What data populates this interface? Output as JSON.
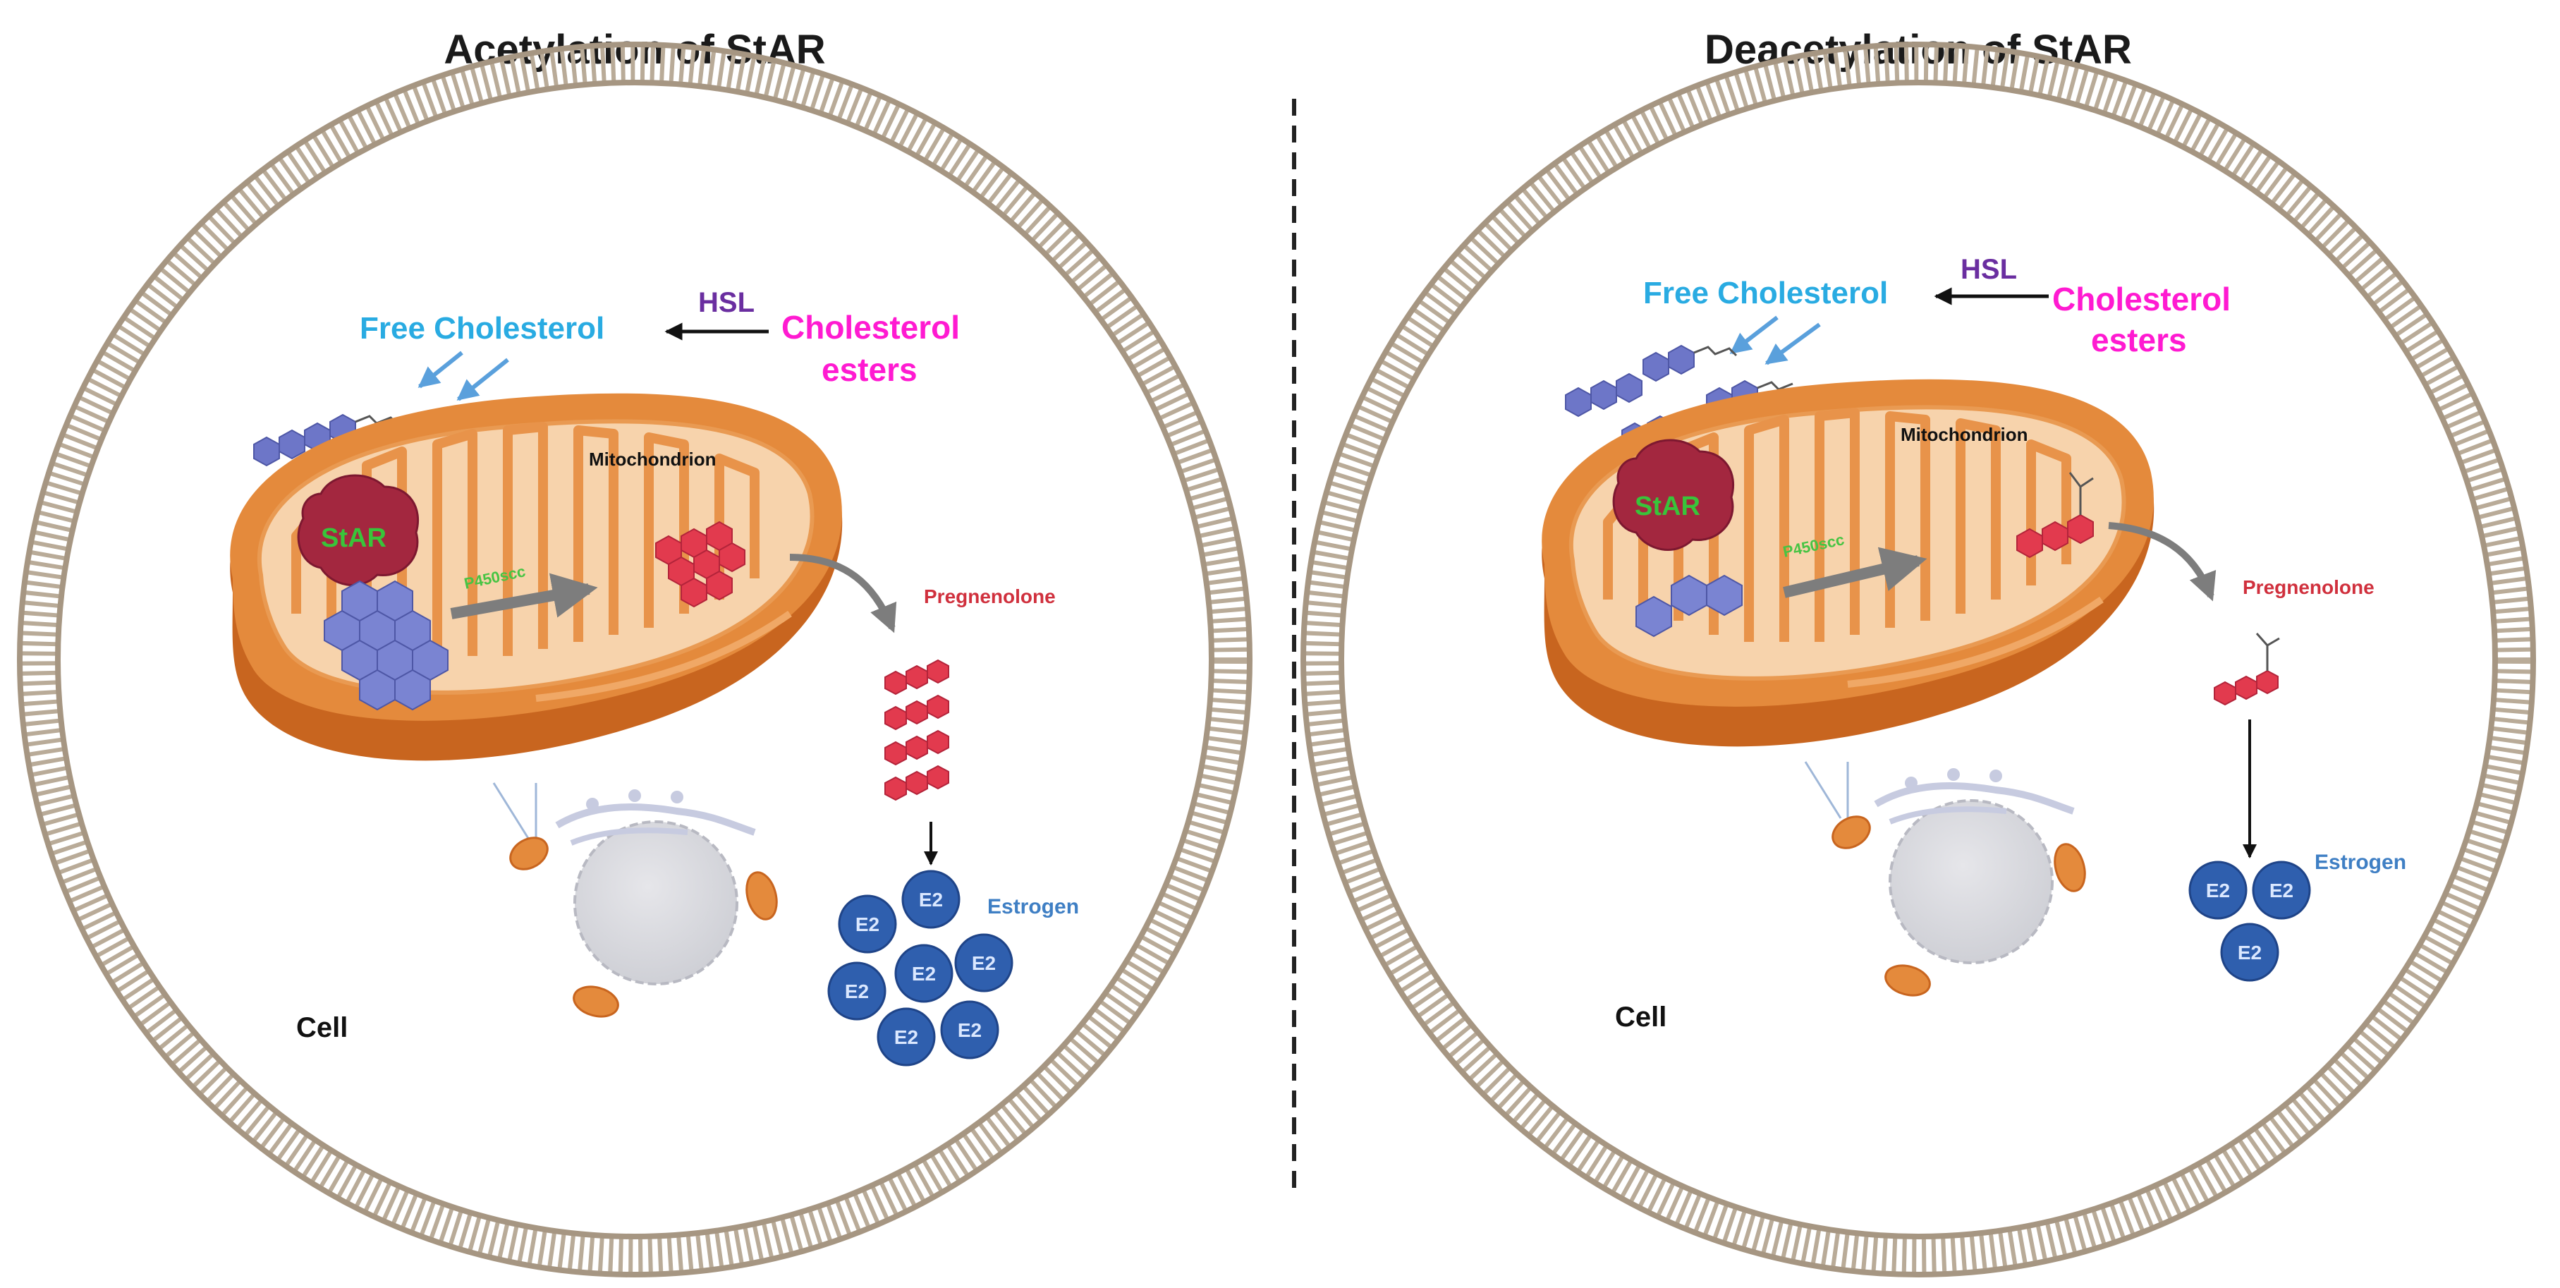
{
  "panels": [
    {
      "title": "Acetylation of StAR",
      "free_cholesterol": "Free Cholesterol",
      "hsl": "HSL",
      "cholesterol_esters_line1": "Cholesterol",
      "cholesterol_esters_line2": "esters",
      "mitochondrion": "Mitochondrion",
      "star": "StAR",
      "p450scc": "P450scc",
      "pregnenolone": "Pregnenolone",
      "estrogen": "Estrogen",
      "cell": "Cell",
      "e2_label": "E2",
      "e2_count": 7
    },
    {
      "title": "Deacetylation of StAR",
      "free_cholesterol": "Free Cholesterol",
      "hsl": "HSL",
      "cholesterol_esters_line1": "Cholesterol",
      "cholesterol_esters_line2": "esters",
      "mitochondrion": "Mitochondrion",
      "star": "StAR",
      "p450scc": "P450scc",
      "pregnenolone": "Pregnenolone",
      "estrogen": "Estrogen",
      "cell": "Cell",
      "e2_label": "E2",
      "e2_count": 3
    }
  ],
  "colors": {
    "membrane": "#b9ab98",
    "mitochondrion_outer": "#e48a3c",
    "mitochondrion_inner": "#f7d3ac",
    "star": "#a3273f",
    "cholesterol": "#6d76c8",
    "pregnenolone": "#e23a4e",
    "estrogen": "#2f5fae"
  }
}
